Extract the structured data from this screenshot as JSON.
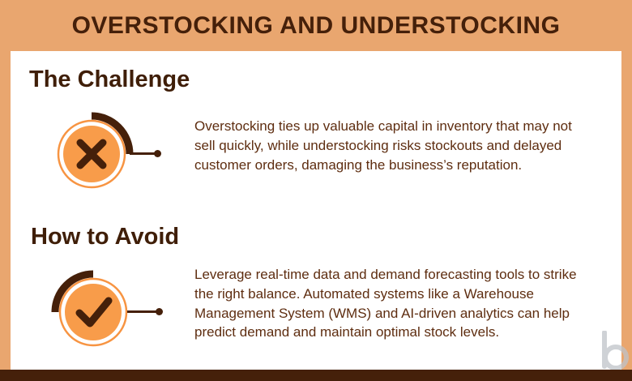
{
  "banner": {
    "title": "OVERSTOCKING AND UNDERSTOCKING"
  },
  "sections": [
    {
      "heading": "The Challenge",
      "icon": "x-mark-icon",
      "body": "Overstocking ties up valuable capital in inventory that may not sell quickly, while understocking risks stockouts and delayed customer orders, damaging the business’s reputation."
    },
    {
      "heading": "How to Avoid",
      "icon": "check-mark-icon",
      "body": "Leverage real-time data and demand forecasting tools to strike the right balance. Automated systems like a Warehouse Management System (WMS) and AI-driven analytics can help predict demand and maintain optimal stock levels."
    }
  ],
  "colors": {
    "peach": "#E9A66F",
    "dark_brown": "#45200A",
    "orange": "#F89C4A",
    "body_text_brown": "#5E2D10"
  }
}
